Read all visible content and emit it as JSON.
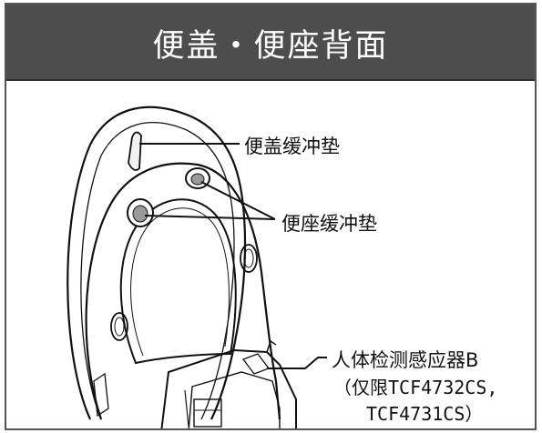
{
  "header": {
    "title": "便盖・便座背面"
  },
  "labels": {
    "lid_cushion": "便盖缓冲垫",
    "seat_cushion": "便座缓冲垫",
    "sensor": "人体检测感应器B",
    "sensor_note_1": "（仅限TCF4732CS,",
    "sensor_note_2": "TCF4731CS）"
  },
  "colors": {
    "header_bg": "#4d4d4d",
    "header_text": "#ffffff",
    "line": "#111111"
  }
}
